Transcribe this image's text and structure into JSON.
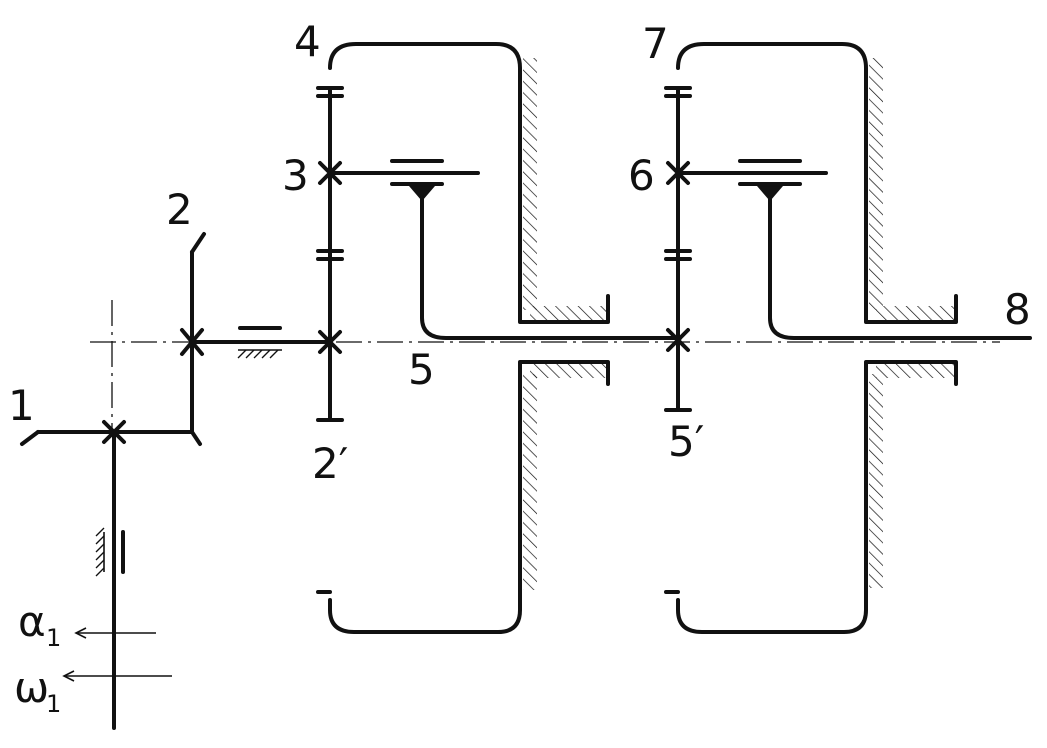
{
  "labels": {
    "gear_1": "1",
    "gear_2": "2",
    "gear_2_prime": "2′",
    "gear_3": "3",
    "gear_4": "4",
    "gear_5": "5",
    "gear_5_prime": "5′",
    "gear_6": "6",
    "gear_7": "7",
    "output_8": "8",
    "alpha_symbol": "α",
    "alpha_subscript": "1",
    "omega_symbol": "ω",
    "omega_subscript": "1"
  },
  "colors": {
    "ink": "#111111",
    "background": "#ffffff"
  }
}
